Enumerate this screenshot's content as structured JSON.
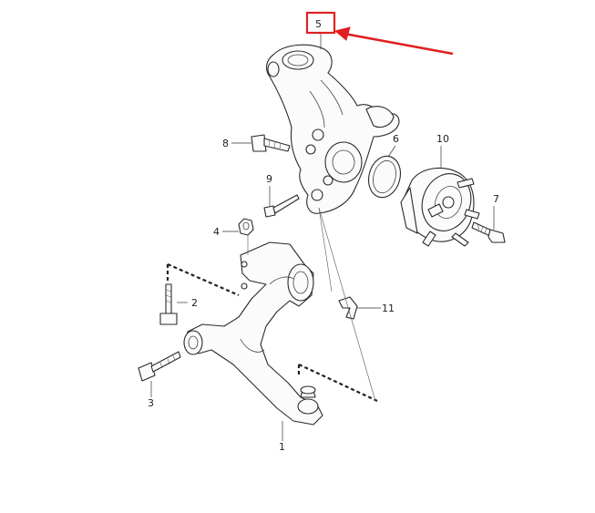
{
  "diagram": {
    "callouts": [
      {
        "id": "c1",
        "label": "1"
      },
      {
        "id": "c2",
        "label": "2"
      },
      {
        "id": "c3",
        "label": "3"
      },
      {
        "id": "c4",
        "label": "4"
      },
      {
        "id": "c5",
        "label": "5"
      },
      {
        "id": "c6",
        "label": "6"
      },
      {
        "id": "c7",
        "label": "7"
      },
      {
        "id": "c8",
        "label": "8"
      },
      {
        "id": "c9",
        "label": "9"
      },
      {
        "id": "c10",
        "label": "10"
      },
      {
        "id": "c11",
        "label": "11"
      }
    ],
    "highlight": {
      "callout": "5",
      "color": "#e02020"
    }
  }
}
